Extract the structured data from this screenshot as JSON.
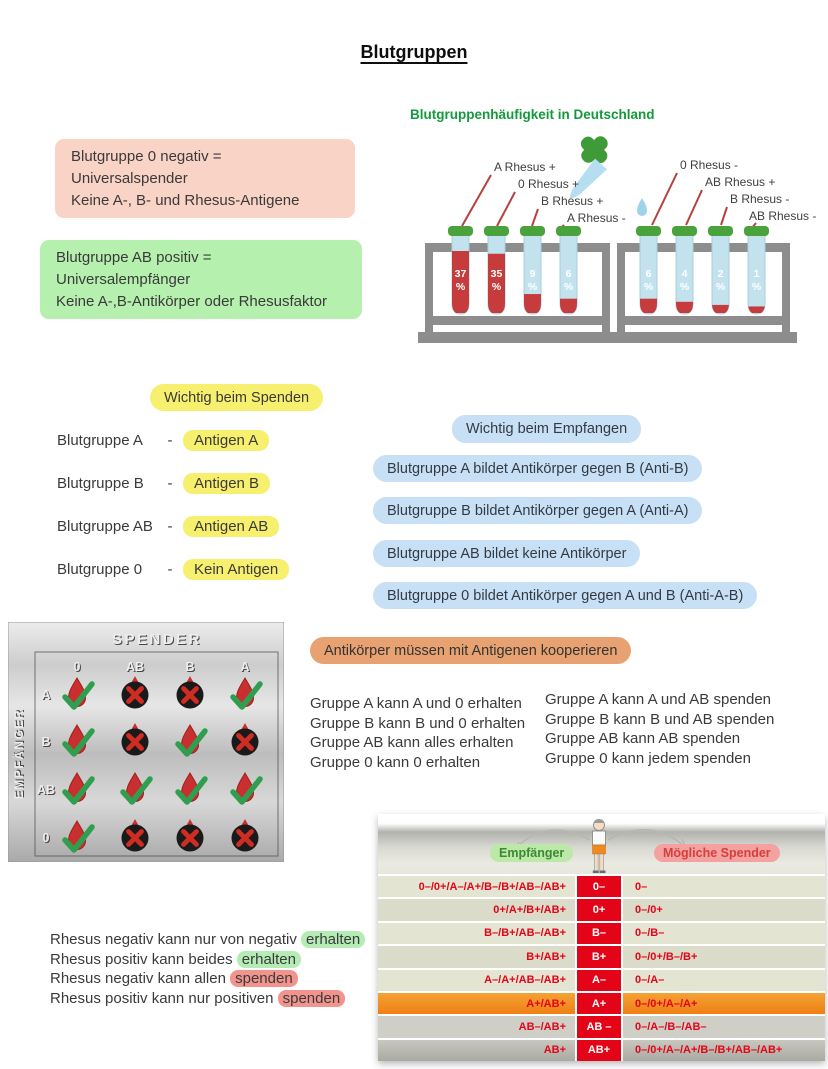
{
  "title": "Blutgruppen",
  "colors": {
    "pink_box": "#f9d3c6",
    "green_box": "#b5f0ae",
    "yellow": "#f7ef6e",
    "blue": "#c8e0f5",
    "orange": "#e8a271",
    "green_heading": "#149a3c",
    "table_red": "#e30517",
    "table_beige": "#e4e4d3",
    "highlight_orange_row": "#ef8a1e",
    "blood_red": "#c63c3c",
    "check_green": "#2f9e4f"
  },
  "info_boxes": {
    "spender": {
      "line1": "Blutgruppe 0 negativ = Universalspender",
      "line2": "Keine A-, B- und Rhesus-Antigene"
    },
    "empfaenger": {
      "line1": "Blutgruppe AB positiv = Universalempfänger",
      "line2": "Keine A-,B-Antikörper oder Rhesusfaktor"
    }
  },
  "frequency_chart": {
    "title": "Blutgruppenhäufigkeit in Deutschland",
    "percent_sign": "%",
    "left_tubes": [
      {
        "label": "A Rhesus +",
        "value": 37
      },
      {
        "label": "0 Rhesus +",
        "value": 35
      },
      {
        "label": "B Rhesus +",
        "value": 9
      },
      {
        "label": "A Rhesus -",
        "value": 6
      }
    ],
    "right_tubes": [
      {
        "label": "0 Rhesus -",
        "value": 6
      },
      {
        "label": "AB Rhesus +",
        "value": 4
      },
      {
        "label": "B Rhesus -",
        "value": 2
      },
      {
        "label": "AB Rhesus -",
        "value": 1
      }
    ]
  },
  "spenden_section": {
    "heading": "Wichtig beim Spenden",
    "rows": [
      {
        "label": "Blutgruppe A",
        "dash": "-",
        "antigen": "Antigen A"
      },
      {
        "label": "Blutgruppe B",
        "dash": "-",
        "antigen": "Antigen B"
      },
      {
        "label": "Blutgruppe AB",
        "dash": "-",
        "antigen": "Antigen AB"
      },
      {
        "label": "Blutgruppe 0",
        "dash": "-",
        "antigen": "Kein Antigen"
      }
    ]
  },
  "empfangen_section": {
    "heading": "Wichtig beim Empfangen",
    "rows": [
      "Blutgruppe A bildet Antikörper gegen B (Anti-B)",
      "Blutgruppe B bildet Antikörper gegen A (Anti-A)",
      "Blutgruppe AB bildet keine Antikörper",
      "Blutgruppe 0 bildet Antikörper gegen A und B (Anti-A-B)"
    ]
  },
  "matrix": {
    "top_label": "SPENDER",
    "side_label": "EMPFÄNGER",
    "columns": [
      "0",
      "AB",
      "B",
      "A"
    ],
    "rows": [
      {
        "label": "A",
        "cells": [
          "check",
          "cross",
          "cross",
          "check"
        ]
      },
      {
        "label": "B",
        "cells": [
          "check",
          "cross",
          "check",
          "cross"
        ]
      },
      {
        "label": "AB",
        "cells": [
          "check",
          "check",
          "check",
          "check"
        ]
      },
      {
        "label": "0",
        "cells": [
          "check",
          "cross",
          "cross",
          "cross"
        ]
      }
    ]
  },
  "antikoerper_note": "Antikörper müssen mit Antigenen kooperieren",
  "erhalten_list": [
    "Gruppe A kann A und 0 erhalten",
    "Gruppe B kann B und 0 erhalten",
    "Gruppe AB kann alles erhalten",
    "Gruppe 0 kann 0 erhalten"
  ],
  "spenden_list": [
    "Gruppe A kann A und AB spenden",
    "Gruppe B kann B und AB spenden",
    "Gruppe AB kann AB spenden",
    "Gruppe 0 kann jedem spenden"
  ],
  "donor_table": {
    "empfaenger_label": "Empfänger",
    "spender_label": "Mögliche Spender",
    "rows": [
      {
        "empfaenger": "0–/0+/A–/A+/B–/B+/AB–/AB+",
        "blood": "0–",
        "spender": "0–",
        "highlight": false
      },
      {
        "empfaenger": "0+/A+/B+/AB+",
        "blood": "0+",
        "spender": "0–/0+",
        "highlight": false
      },
      {
        "empfaenger": "B–/B+/AB–/AB+",
        "blood": "B–",
        "spender": "0–/B–",
        "highlight": false
      },
      {
        "empfaenger": "B+/AB+",
        "blood": "B+",
        "spender": "0–/0+/B–/B+",
        "highlight": false
      },
      {
        "empfaenger": "A–/A+/AB–/AB+",
        "blood": "A–",
        "spender": "0–/A–",
        "highlight": false
      },
      {
        "empfaenger": "A+/AB+",
        "blood": "A+",
        "spender": "0–/0+/A–/A+",
        "highlight": true
      },
      {
        "empfaenger": "AB–/AB+",
        "blood": "AB –",
        "spender": "0–/A–/B–/AB–",
        "highlight": false
      },
      {
        "empfaenger": "AB+",
        "blood": "AB+",
        "spender": "0–/0+/A–/A+/B–/B+/AB–/AB+",
        "highlight": false
      }
    ]
  },
  "rhesus_rules": [
    {
      "text": "Rhesus negativ kann nur von negativ ",
      "word": "erhalten",
      "color": "green"
    },
    {
      "text": "Rhesus positiv kann beides ",
      "word": "erhalten",
      "color": "green"
    },
    {
      "text": "Rhesus negativ kann allen ",
      "word": "spenden",
      "color": "red"
    },
    {
      "text": "Rhesus positiv kann nur positiven ",
      "word": "spenden",
      "color": "red"
    }
  ]
}
